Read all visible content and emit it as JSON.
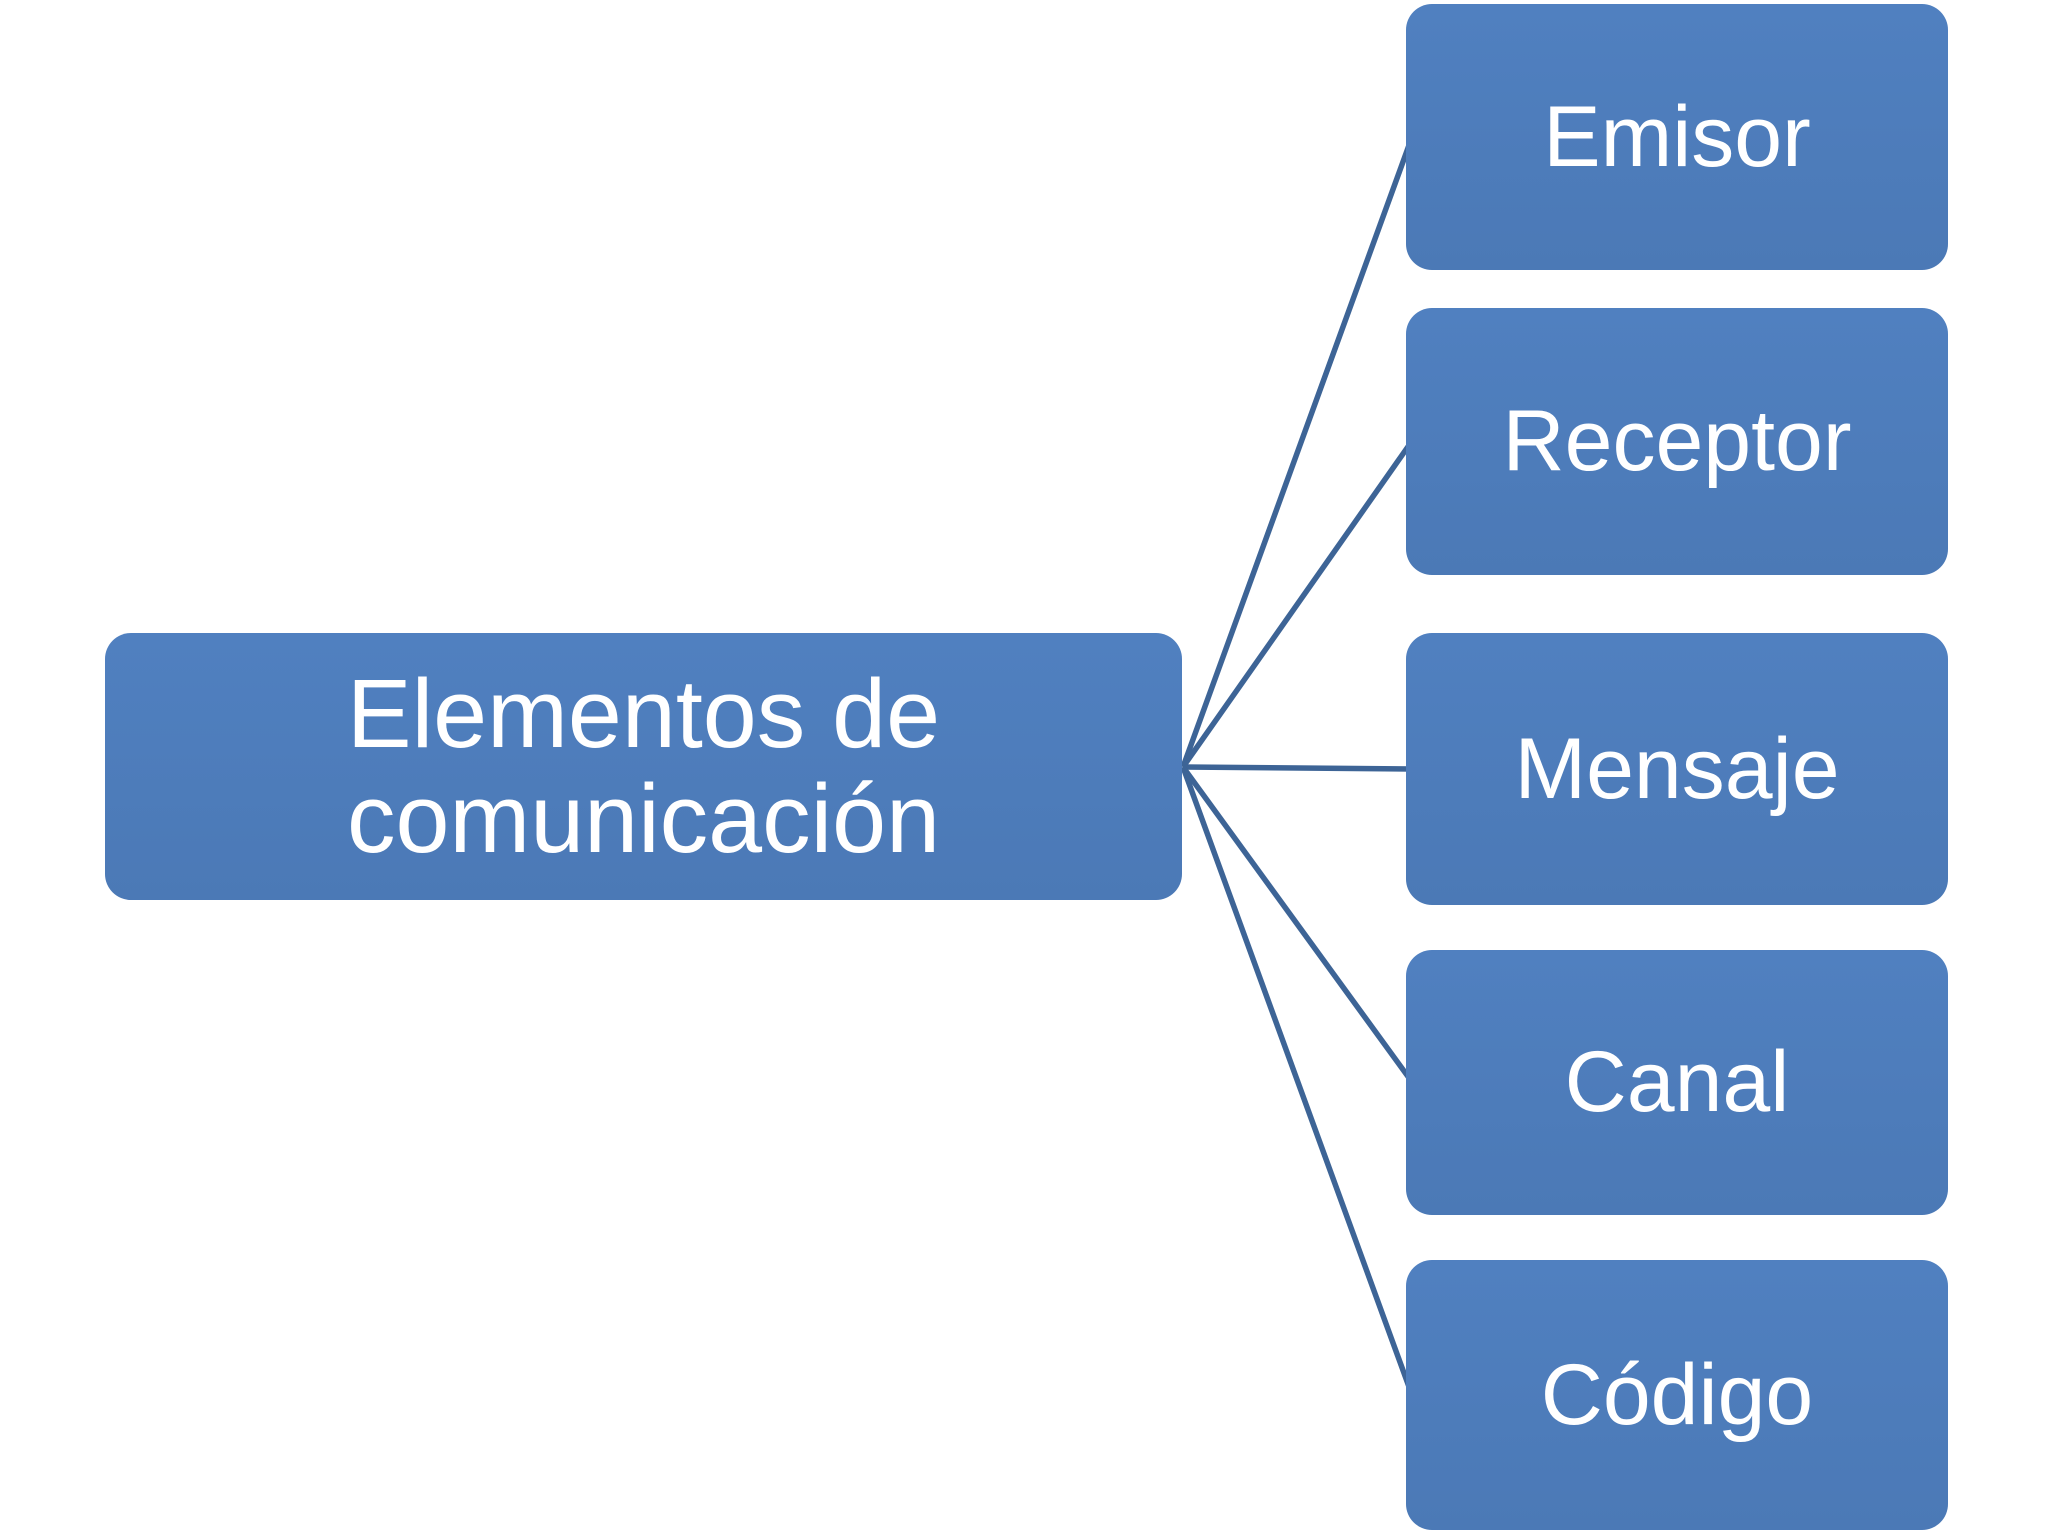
{
  "diagram": {
    "type": "radial-branch-list",
    "root": {
      "label": "Elementos de comunicación"
    },
    "children": [
      {
        "label": "Emisor"
      },
      {
        "label": "Receptor"
      },
      {
        "label": "Mensaje"
      },
      {
        "label": "Canal"
      },
      {
        "label": "Código"
      }
    ]
  },
  "colors": {
    "canvas_bg": "#ffffff",
    "box_fill_top": "#5080c0",
    "box_fill_bottom": "#4b79b6",
    "line_color": "#3d6496",
    "text_color": "#ffffff"
  }
}
